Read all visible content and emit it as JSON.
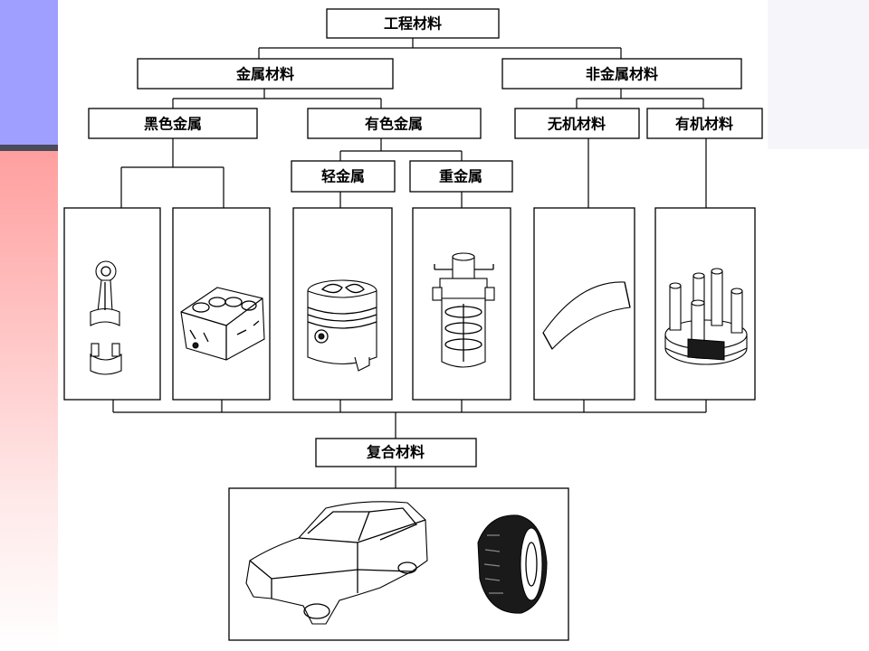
{
  "nodes": {
    "root": "工程材料",
    "metal": "金属材料",
    "nonmetal": "非金属材料",
    "ferrous": "黑色金属",
    "nonferrous": "有色金属",
    "light": "轻金属",
    "heavy": "重金属",
    "inorganic": "无机材料",
    "organic": "有机材料",
    "composite": "复合材料"
  },
  "icons": [
    "connecting-rod-icon",
    "engine-block-icon",
    "piston-icon",
    "ignition-coil-icon",
    "ceramic-tile-icon",
    "distributor-cap-icon",
    "car-body-icon",
    "tire-icon"
  ],
  "colors": {
    "strip_top": "#9f9fff",
    "strip_separator": "#4a4a5a",
    "strip_bottom": "#ff9f9f"
  }
}
